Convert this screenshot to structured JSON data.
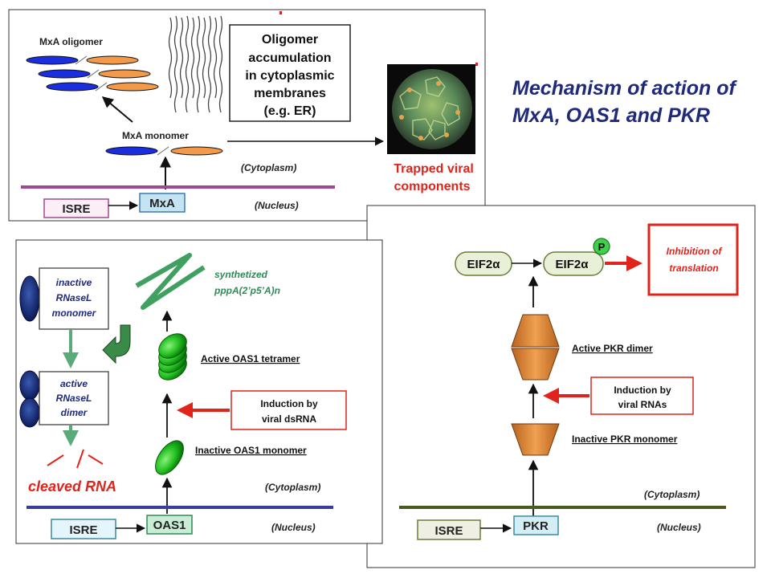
{
  "title": {
    "line1": "Mechanism of action of",
    "line2": "MxA, OAS1 and PKR"
  },
  "colors": {
    "title": "#1f2a7a",
    "red": "#e0241b",
    "teal": "#2e8b57",
    "membrane_mx": "#a04a8c",
    "membrane_oas": "#3c3c9c",
    "membrane_pkr": "#4a5a1e"
  },
  "mx": {
    "oligomer_label": "MxA oligomer",
    "monomer_label": "MxA monomer",
    "box_lines": [
      "Oligomer",
      "accumulation",
      "in cytoplasmic",
      "membranes",
      "(e.g. ER)"
    ],
    "trapped_lines": [
      "Trapped viral",
      "components"
    ],
    "cytoplasm": "(Cytoplasm)",
    "nucleus": "(Nucleus)",
    "isre": "ISRE",
    "gene": "MxA"
  },
  "oas": {
    "inactive_rnasel": [
      "inactive",
      "RNaseL",
      "monomer"
    ],
    "active_rnasel": [
      "active",
      "RNaseL",
      "dimer"
    ],
    "synth_lines": [
      "synthetized",
      "pppA(2’p5’A)n"
    ],
    "tetramer_label": "Active OAS1 tetramer",
    "induction_lines": [
      "Induction by",
      "viral dsRNA"
    ],
    "monomer_label": "Inactive OAS1 monomer",
    "cleaved": "cleaved RNA",
    "cytoplasm": "(Cytoplasm)",
    "nucleus": "(Nucleus)",
    "isre": "ISRE",
    "gene": "OAS1"
  },
  "pkr": {
    "eif_left": "EIF2α",
    "eif_right": "EIF2α",
    "p_badge": "P",
    "inhibition_lines": [
      "Inhibition of",
      "translation"
    ],
    "dimer_label": "Active PKR dimer",
    "induction_lines": [
      "Induction by",
      "viral RNAs"
    ],
    "monomer_label": "Inactive PKR monomer",
    "cytoplasm": "(Cytoplasm)",
    "nucleus": "(Nucleus)",
    "isre": "ISRE",
    "gene": "PKR"
  }
}
